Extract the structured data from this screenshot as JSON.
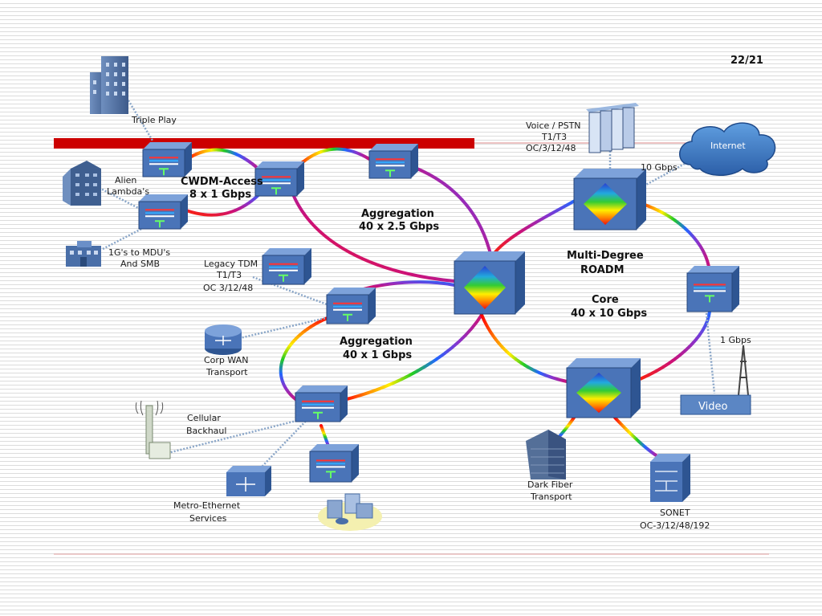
{
  "page_number": "22/21",
  "colors": {
    "red_bar": "#cc0000",
    "box_face": "#4a74b8",
    "box_top": "#7da2da",
    "box_side": "#2e5592",
    "link_blue": "#4a8fc4",
    "spectrum": [
      "#ff0000",
      "#ff8800",
      "#ffee00",
      "#22cc22",
      "#2266ff",
      "#8833cc",
      "#cc1177"
    ]
  },
  "labels": {
    "triple_play": "Triple Play",
    "alien_lambdas": [
      "Alien",
      "Lambda's"
    ],
    "mdu": [
      "1G's to MDU's",
      "And SMB"
    ],
    "cwdm": [
      "CWDM-Access",
      "8 x 1 Gbps"
    ],
    "agg_25": [
      "Aggregation",
      "40 x 2.5 Gbps"
    ],
    "legacy_tdm": [
      "Legacy TDM",
      "T1/T3",
      "OC 3/12/48"
    ],
    "agg_1": [
      "Aggregation",
      "40 x 1 Gbps"
    ],
    "corp_wan": [
      "Corp WAN",
      "Transport"
    ],
    "cellular": [
      "Cellular",
      "Backhaul"
    ],
    "metro_eth": [
      "Metro-Ethernet",
      "Services"
    ],
    "voice": [
      "Voice / PSTN",
      "T1/T3",
      "OC/3/12/48"
    ],
    "internet": "Internet",
    "ten_gbps": "10 Gbps",
    "roadm": [
      "Multi-Degree",
      "ROADM"
    ],
    "core": [
      "Core",
      "40 x 10 Gbps"
    ],
    "one_gbps": "1 Gbps",
    "video": "Video",
    "dark_fiber": [
      "Dark Fiber",
      "Transport"
    ],
    "sonet": [
      "SONET",
      "OC-3/12/48/192"
    ]
  },
  "icons": {
    "office_building": "office-building-icon",
    "small_building": "small-building-icon",
    "storage_rack": "storage-rack-icon",
    "cloud": "cloud-icon",
    "router": "router-icon",
    "switch": "switch-icon",
    "antenna": "cell-antenna-icon",
    "servers": "server-cluster-icon",
    "sonet_device": "sonet-device-icon"
  }
}
